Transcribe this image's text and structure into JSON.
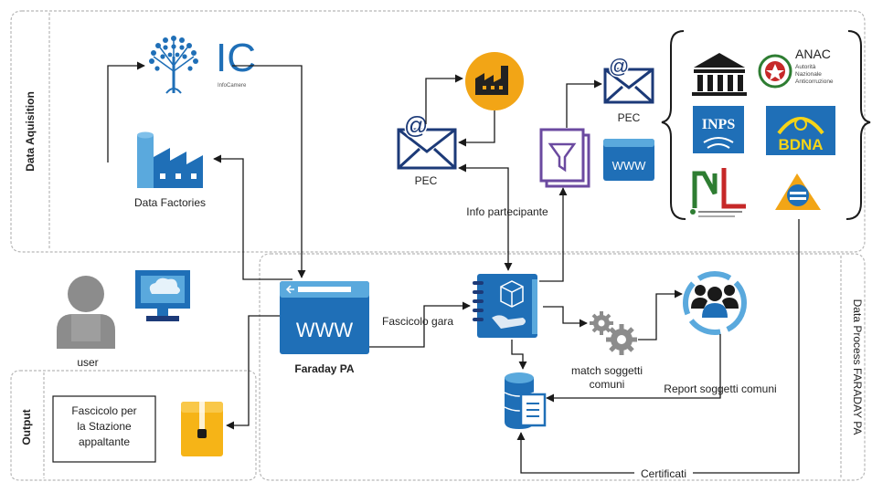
{
  "sections": {
    "data_acquisition": "Data Aquisition",
    "data_process": "Data Process FARADAY PA",
    "output": "Output"
  },
  "nodes": {
    "ic_logo": {
      "text": "IC",
      "subtext": "InfoCamere"
    },
    "data_factories": "Data Factories",
    "pec_left": "PEC",
    "pec_right": "PEC",
    "www_small": "WWW",
    "info_participant": "Info partecipante",
    "faraday": {
      "www_text": "WWW",
      "label": "Faraday PA"
    },
    "fascicolo_gara": "Fascicolo gara",
    "match": [
      "match soggetti",
      "comuni"
    ],
    "report": "Report soggetti comuni",
    "certificati": "Certificati",
    "user": "user",
    "fascicolo_output": [
      "Fascicolo per",
      "la Stazione",
      "appaltante"
    ]
  },
  "sources": {
    "anac": {
      "title": "ANAC",
      "lines": [
        "Autorità",
        "Nazionale",
        "Anticorruzione"
      ]
    },
    "inps": "INPS",
    "bdna": "BDNA"
  },
  "colors": {
    "blue": "#1f6fb7",
    "light_blue": "#5aa9dd",
    "navy": "#1c3a78",
    "purple": "#6b4aa0",
    "orange": "#f2a516",
    "yellow": "#f6b417",
    "gray": "#8c8c8c"
  },
  "icons": [
    "ic-tree-icon",
    "factory-icon",
    "mail-icon",
    "funnel-doc-icon",
    "www-window-icon",
    "government-building-icon",
    "anac-seal-icon",
    "inps-icon",
    "bdna-icon",
    "ml-logo-icon",
    "agenzia-entrate-icon",
    "user-icon",
    "monitor-icon",
    "binder-icon",
    "gears-icon",
    "people-network-icon",
    "database-doc-icon",
    "zip-folder-icon"
  ]
}
